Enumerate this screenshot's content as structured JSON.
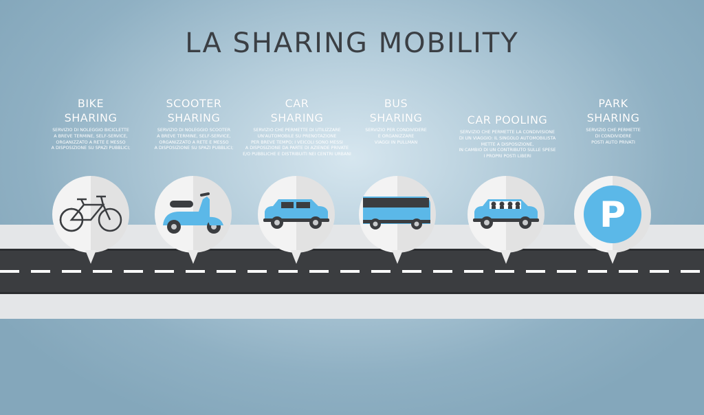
{
  "title": "LA SHARING MOBILITY",
  "services": [
    {
      "title_line1": "BIKE",
      "title_line2": "SHARING",
      "icon": "bicycle-icon",
      "description": "SERVIZIO DI NOLEGGIO BICICLETTE\nA  BREVE TERMINE, SELF-SERVICE,\nORGANIZZATO A RETE E MESSO\nA  DISPOSIZIONE SU SPAZI PUBBLICI;"
    },
    {
      "title_line1": "SCOOTER",
      "title_line2": "SHARING",
      "icon": "scooter-icon",
      "description": "SERVIZIO DI NOLEGGIO SCOOTER\nA  BREVE  TERMINE, SELF-SERVICE,\nORGANIZZATO A RETE E MESSO\nA  DISPOSIZIONE SU SPAZI PUBBLICI;"
    },
    {
      "title_line1": "CAR",
      "title_line2": "SHARING",
      "icon": "car-icon",
      "description": "SERVIZIO CHE PERMETTE DI UTILIZZARE\nUN'AUTOMOBILE SU PRENOTAZIONE\nPER BREVE TEMPO; I VEICOLI SONO MESSI\nA DISPOSIZIONE DA PARTE DI AZIENDE PRIVATE\nE/O PUBBLICHE E DISTRIBUITI NEI CENTRI URBANI"
    },
    {
      "title_line1": "BUS",
      "title_line2": "SHARING",
      "icon": "bus-icon",
      "description": "SERVIZIO PER CONDIVIDERE\nE ORGANIZZARE\nVIAGGI IN PULLMAN"
    },
    {
      "title_line1": "",
      "title_line2": "CAR POOLING",
      "icon": "carpool-icon",
      "description": "SERVIZIO CHE PERMETTE LA CONDIVISIONE\nDI UN VIAGGIO: IL SINGOLO AUTOMOBILISTA\nMETTE A DISPOSIZIONE,\nIN CAMBIO DI UN CONTRIBUTO SULLE SPESE\nI PROPRI POSTI LIBERI"
    },
    {
      "title_line1": "PARK",
      "title_line2": "SHARING",
      "icon": "parking-icon",
      "icon_letter": "P",
      "description": "SERVIZIO CHE PERMETTE\nDI CONDIVIDERE\nPOSTI AUTO PRIVATI"
    }
  ],
  "colors": {
    "accent": "#5bb8e8",
    "road": "#3b3d40",
    "road_shoulder": "#e4e6e8",
    "title": "#3b3f44",
    "pin_light": "#f2f2f2",
    "pin_dark": "#e3e3e3"
  }
}
